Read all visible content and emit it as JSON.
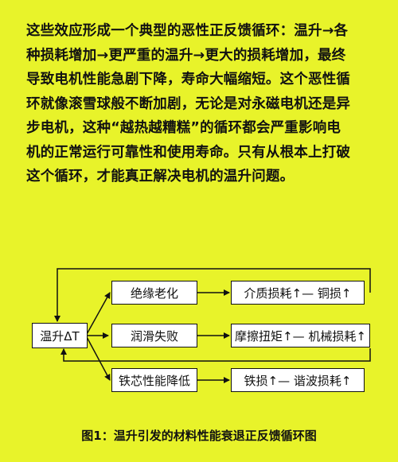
{
  "paragraph": {
    "lines": [
      "这些效应形成一个典型的恶性正反馈循环：温升→各",
      "种损耗增加→更严重的温升→更大的损耗增加，最终",
      "导致电机性能急剧下降，寿命大幅缩短。这个恶性循",
      "环就像滚雪球般不断加剧，无论是对永磁电机还是异",
      "步电机，这种“越热越糟糕”的循环都会严重影响电",
      "机的正常运行可靠性和使用寿命。只有从根本上打破",
      "这个循环，才能真正解决电机的温升问题。"
    ]
  },
  "diagram": {
    "source": "温升ΔT",
    "mechanisms": [
      "绝缘老化",
      "润滑失败",
      "铁芯性能降低"
    ],
    "effects": [
      "介质损耗↑— 铜损↑",
      "摩擦扭矩↑— 机械损耗↑",
      "铁损↑— 谐波损耗↑"
    ]
  },
  "caption": "图1：温升引发的材料性能衰退正反馈循环图"
}
